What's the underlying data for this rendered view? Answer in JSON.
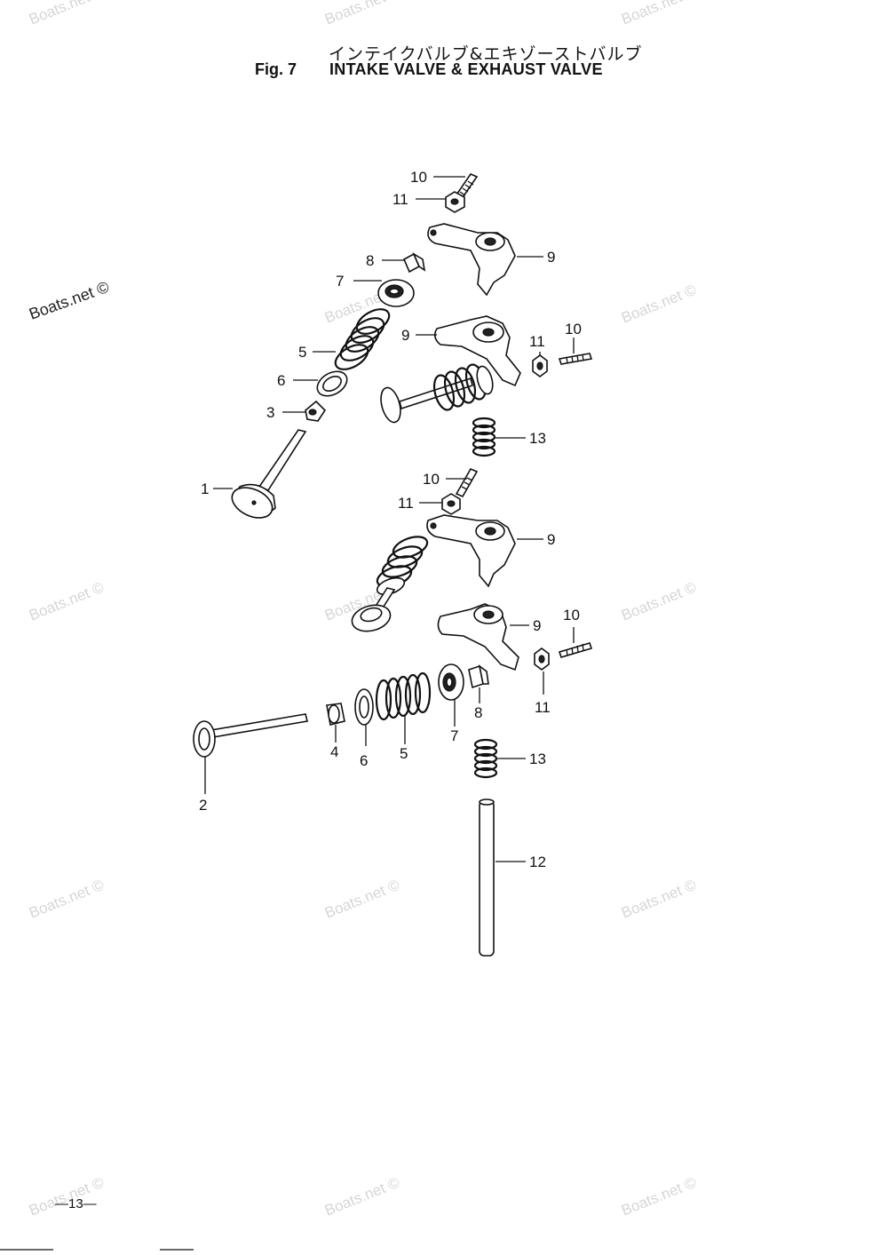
{
  "header": {
    "title_jp": "インテイクバルブ&エキゾーストバルブ",
    "fig_label": "Fig. 7",
    "title_en": "INTAKE VALVE & EXHAUST VALVE"
  },
  "watermark": {
    "text": "Boats.net ©",
    "dark_text": "Boats.net ©"
  },
  "callouts": {
    "c1": "1",
    "c2": "2",
    "c3": "3",
    "c4": "4",
    "c5a": "5",
    "c5b": "5",
    "c6a": "6",
    "c6b": "6",
    "c7a": "7",
    "c7b": "7",
    "c8a": "8",
    "c8b": "8",
    "c9a": "9",
    "c9b": "9",
    "c9c": "9",
    "c9d": "9",
    "c10a": "10",
    "c10b": "10",
    "c10c": "10",
    "c10d": "10",
    "c11a": "11",
    "c11b": "11",
    "c11c": "11",
    "c11d": "11",
    "c12": "12",
    "c13a": "13",
    "c13b": "13"
  },
  "footer": {
    "page_number": "—13—"
  },
  "colors": {
    "ink": "#111111",
    "watermark": "#d6d6d6",
    "background": "#ffffff"
  }
}
